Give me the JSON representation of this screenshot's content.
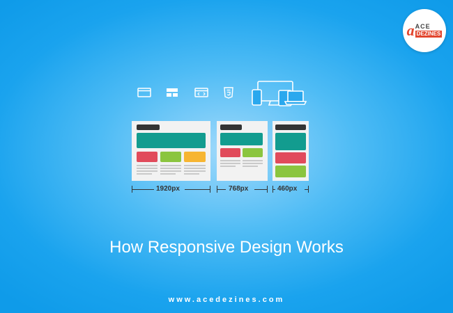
{
  "logo": {
    "mark": "a",
    "line1": "ACE",
    "line2": "DEZINES"
  },
  "icons": [
    "browser-window-icon",
    "layout-blocks-icon",
    "code-window-icon",
    "html5-shield-icon",
    "multi-device-icon"
  ],
  "colors": {
    "dark": "#333333",
    "teal": "#129c8f",
    "red": "#e14b5b",
    "green": "#8bc53f",
    "yellow": "#f7b531",
    "panel": "#f2f2f2",
    "background": "#1aa3ee"
  },
  "breakpoints": [
    {
      "label": "1920px"
    },
    {
      "label": "768px"
    },
    {
      "label": "460px"
    }
  ],
  "title": "How Responsive Design Works",
  "website": "www.acedezines.com"
}
